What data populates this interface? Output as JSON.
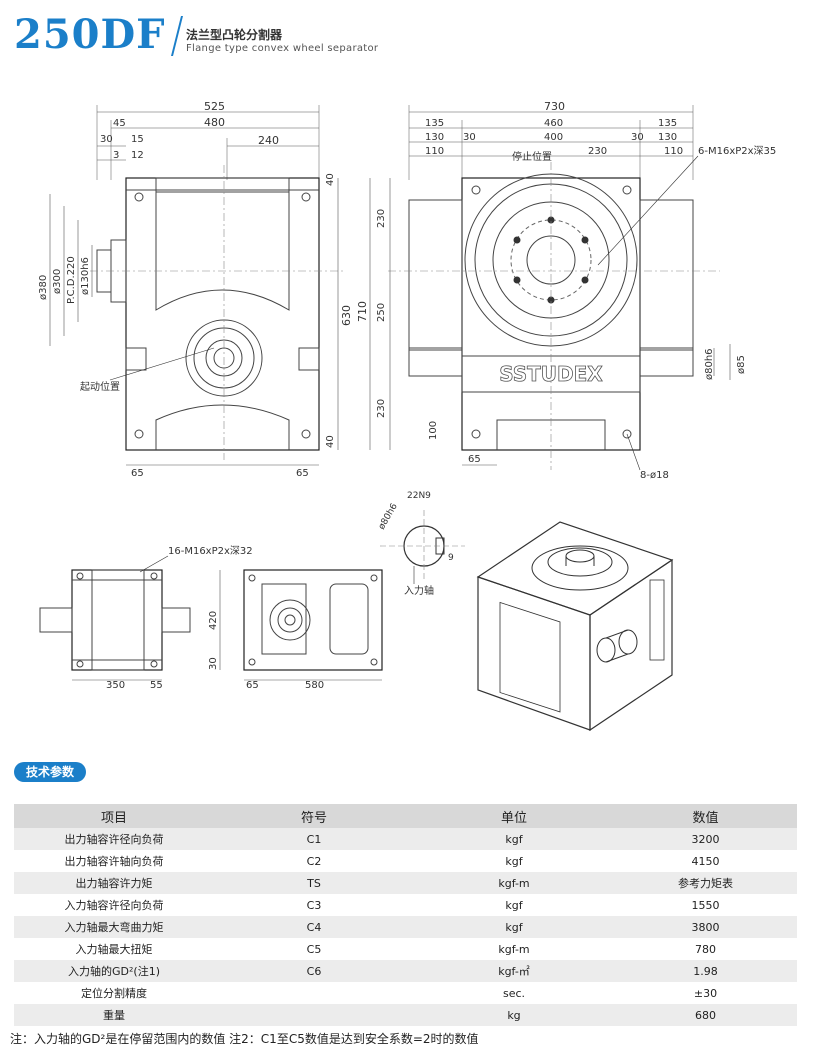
{
  "header": {
    "model": "250DF",
    "title_cn": "法兰型凸轮分割器",
    "title_en": "Flange type convex wheel separator"
  },
  "drawing": {
    "front_dims": {
      "w525": "525",
      "w480": "480",
      "w240": "240",
      "w45": "45",
      "w30": "30",
      "w15": "15",
      "w3": "3",
      "w12": "12",
      "h40a": "40",
      "h630": "630",
      "h40b": "40",
      "b65a": "65",
      "b65b": "65",
      "d380": "ø380",
      "d300": "ø300",
      "pcd": "P.C.D.220",
      "d130": "ø130h6",
      "start_pos": "起动位置"
    },
    "side_dims": {
      "w730": "730",
      "w135a": "135",
      "w460": "460",
      "w135b": "135",
      "w130a": "130",
      "w30a": "30",
      "w400": "400",
      "w30b": "30",
      "w130b": "130",
      "w110a": "110",
      "stop_pos": "停止位置",
      "w230": "230",
      "w110b": "110",
      "holes": "6-M16xP2x深35",
      "h230a": "230",
      "h710": "710",
      "h250": "250",
      "h230b": "230",
      "h100": "100",
      "d80h6": "ø80h6",
      "d85": "ø85",
      "b65": "65",
      "bolt": "8-ø18",
      "brand": "SSTUDEX"
    },
    "shaft_detail": {
      "d80": "ø80h6",
      "key": "22N9",
      "nine": "9",
      "label": "入力轴"
    },
    "bottom_dims": {
      "holes16": "16-M16xP2x深32",
      "w350": "350",
      "w55": "55",
      "h420": "420",
      "h30": "30",
      "w65": "65",
      "w580": "580"
    }
  },
  "section": {
    "tag": "技术参数"
  },
  "table": {
    "headers": {
      "item": "项目",
      "symbol": "符号",
      "unit": "单位",
      "value": "数值"
    },
    "rows": [
      {
        "item": "出力轴容许径向负荷",
        "symbol": "C1",
        "unit": "kgf",
        "value": "3200"
      },
      {
        "item": "出力轴容许轴向负荷",
        "symbol": "C2",
        "unit": "kgf",
        "value": "4150"
      },
      {
        "item": "出力轴容许力矩",
        "symbol": "TS",
        "unit": "kgf-m",
        "value": "参考力矩表"
      },
      {
        "item": "入力轴容许径向负荷",
        "symbol": "C3",
        "unit": "kgf",
        "value": "1550"
      },
      {
        "item": "入力轴最大弯曲力矩",
        "symbol": "C4",
        "unit": "kgf",
        "value": "3800"
      },
      {
        "item": "入力轴最大扭矩",
        "symbol": "C5",
        "unit": "kgf-m",
        "value": "780"
      },
      {
        "item": "入力轴的GD²(注1)",
        "symbol": "C6",
        "unit": "kgf-㎡",
        "value": "1.98"
      },
      {
        "item": "定位分割精度",
        "symbol": "",
        "unit": "sec.",
        "value": "±30"
      },
      {
        "item": "重量",
        "symbol": "",
        "unit": "kg",
        "value": "680"
      }
    ]
  },
  "footnote": "注：入力轴的GD²是在停留范围内的数值    注2：C1至C5数值是达到安全系数=2时的数值"
}
